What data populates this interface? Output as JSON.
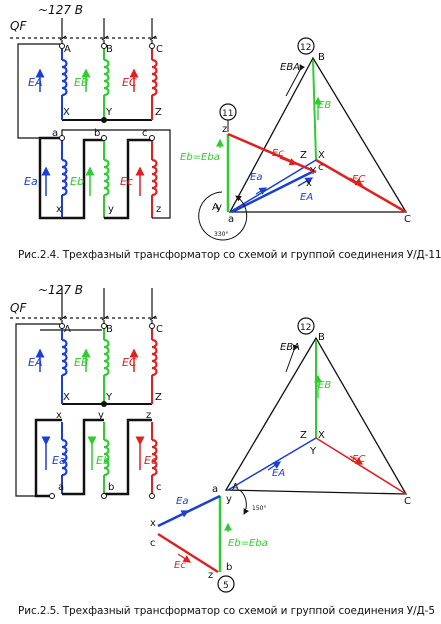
{
  "colors": {
    "phase_a": "#1a3fd6",
    "phase_b": "#2ecc2e",
    "phase_c": "#e02020",
    "wire": "#111111"
  },
  "figure1": {
    "supply_label": "QF",
    "voltage_label": "~127  B",
    "hv_terminals": [
      "A",
      "B",
      "C"
    ],
    "hv_ends": [
      "X",
      "Y",
      "Z"
    ],
    "lv_terminals": [
      "a",
      "b",
      "c"
    ],
    "lv_ends": [
      "x",
      "y",
      "z"
    ],
    "emf_hv": [
      "Eₐ",
      "Eᵦ",
      "E꜀"
    ],
    "emf_hv_text": [
      "EA",
      "EB",
      "EC"
    ],
    "emf_lv_text": [
      "Ea",
      "Eb",
      "Ec"
    ],
    "phasor_labels": {
      "ba": "EBA",
      "ec": "EC",
      "eca": "Ec",
      "ea_hv": "EA",
      "ea_lv": "Ea",
      "eb": "EB",
      "eb_eq": "Eb=Eba"
    },
    "clock_top": "12",
    "clock_group": "11",
    "angle": "330°",
    "caption": "Рис.2.4. Трехфазный трансформатор со схемой и группой соединения У/Д-11"
  },
  "figure2": {
    "supply_label": "QF",
    "voltage_label": "~127  B",
    "hv_terminals": [
      "A",
      "B",
      "C"
    ],
    "hv_ends": [
      "X",
      "Y",
      "Z"
    ],
    "lv_ends": [
      "x",
      "y",
      "z"
    ],
    "lv_terminals": [
      "a",
      "b",
      "c"
    ],
    "emf_hv_text": [
      "EA",
      "EB",
      "EC"
    ],
    "emf_lv_text": [
      "Ea",
      "Eb",
      "Ec"
    ],
    "phasor_labels": {
      "ba": "EBA",
      "eb": "EB",
      "ec": "EC",
      "ea_hv": "EA",
      "ea_lv": "Ea",
      "ec_lv": "Ec",
      "eb_eq": "Eb=Eba"
    },
    "clock_top": "12",
    "clock_group": "5",
    "angle": "150°",
    "caption": "Рис.2.5. Трехфазный трансформатор со схемой и группой соединения У/Д-5"
  }
}
